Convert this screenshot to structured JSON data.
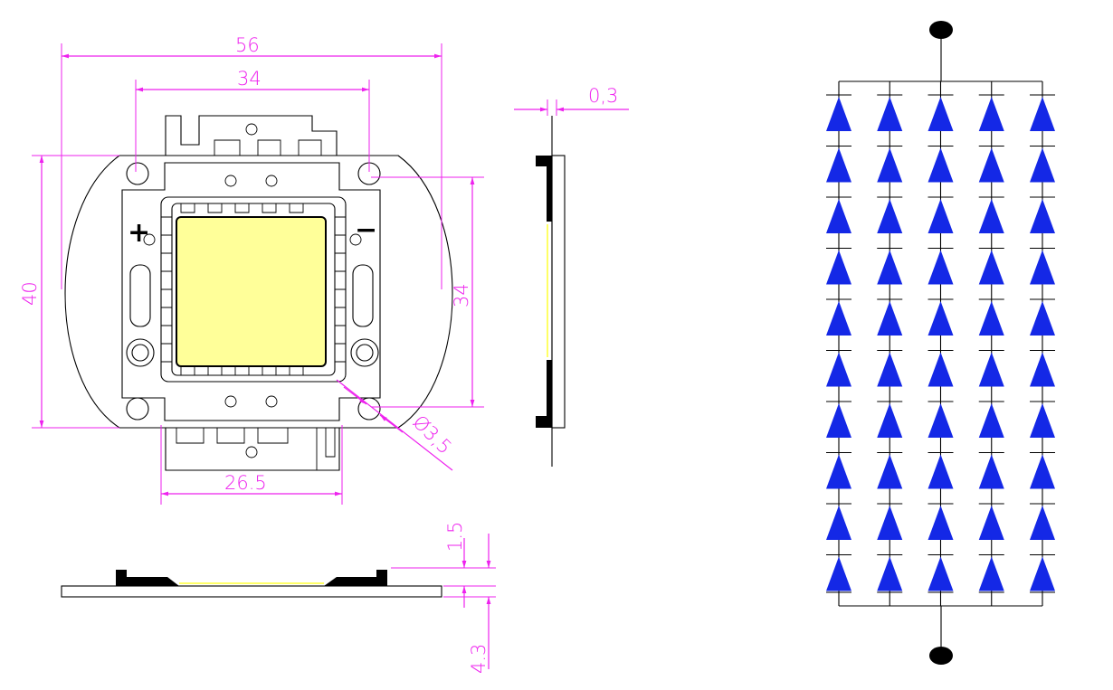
{
  "dimensions": {
    "top_width": "56",
    "hole_spacing_horizontal": "34",
    "left_height": "40",
    "hole_spacing_vertical": "34",
    "bottom_width": "26.5",
    "hole_diameter": "Ø3,5",
    "pin_thickness": "0,3",
    "top_thickness": "1.5",
    "base_thickness": "4.3"
  },
  "polarity": {
    "positive": "+",
    "negative": "−"
  },
  "colors": {
    "dimension": "#ee22ee",
    "chip": "#ffff99",
    "led": "#1428e6",
    "outline": "#000000"
  },
  "circuit": {
    "columns": 5,
    "rows": 10
  }
}
